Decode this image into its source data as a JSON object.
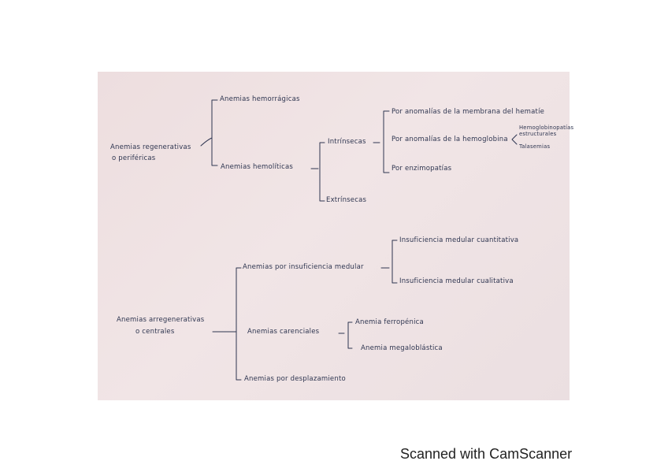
{
  "regen": {
    "root": [
      "Anemias regenerativas",
      "o periféricas"
    ],
    "hemorragicas": "Anemias hemorrágicas",
    "hemoliticas": "Anemias hemolíticas",
    "intrinsecas": "Intrínsecas",
    "extrinsecas": "Extrínsecas",
    "membrana": "Por anomalías de la membrana del hematíe",
    "hemoglobina": "Por anomalías de la hemoglobina",
    "hemoglobinopatias": [
      "Hemoglobinopatías",
      "estructurales"
    ],
    "talasemias": "Talasemias",
    "enzimopatias": "Por enzimopatías"
  },
  "arregen": {
    "root": [
      "Anemias arregenerativas",
      "o centrales"
    ],
    "insuficiencia": "Anemias por insuficiencia medular",
    "cuantitativa": "Insuficiencia medular cuantitativa",
    "cualitativa": "Insuficiencia medular cualitativa",
    "carenciales": "Anemias carenciales",
    "ferropenica": "Anemia ferropénica",
    "megaloblastica": "Anemia megaloblástica",
    "desplazamiento": "Anemias por desplazamiento"
  },
  "footer": "Scanned with CamScanner"
}
